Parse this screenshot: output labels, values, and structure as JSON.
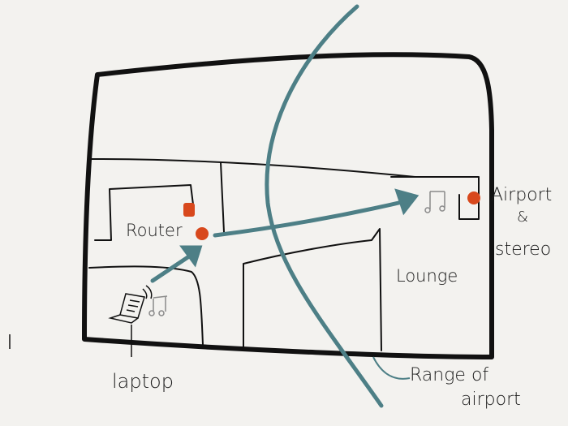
{
  "colors": {
    "background": "#f3f2ef",
    "ink": "#111111",
    "range": "#4d7f86",
    "device": "#d8481c",
    "music": "#8a8a8a"
  },
  "labels": {
    "router": "Router",
    "lounge": "Lounge",
    "laptop": "laptop",
    "airport_line1": "Airport",
    "airport_line2": "&",
    "airport_line3": "stereo",
    "range_line1": "Range of",
    "range_line2": "airport"
  }
}
